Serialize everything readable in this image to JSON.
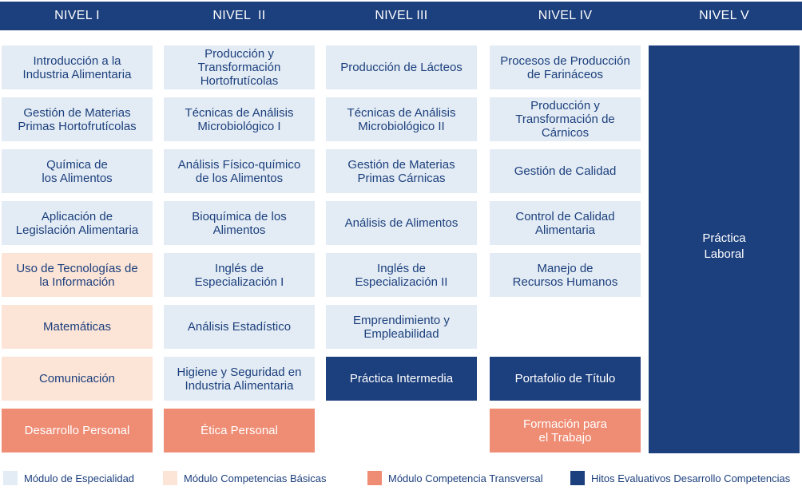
{
  "levels": [
    "NIVEL I",
    "NIVEL  II",
    "NIVEL III",
    "NIVEL IV",
    "NIVEL V"
  ],
  "colors": {
    "header": "#1c3f7d",
    "especialidad": "#e3ecf4",
    "basicas": "#fce4d6",
    "transversal": "#ef8c74",
    "hitos": "#1c3f7d"
  },
  "columns": [
    {
      "cells": [
        {
          "text": "Introducción a la\nIndustria Alimentaria",
          "type": "esp"
        },
        {
          "text": "Gestión de Materias\nPrimas Hortofrutícolas",
          "type": "esp"
        },
        {
          "text": "Química de\nlos Alimentos",
          "type": "esp"
        },
        {
          "text": "Aplicación de\nLegislación Alimentaria",
          "type": "esp"
        },
        {
          "text": "Uso de Tecnologías de\nla Información",
          "type": "bas"
        },
        {
          "text": "Matemáticas",
          "type": "bas"
        },
        {
          "text": "Comunicación",
          "type": "bas"
        },
        {
          "text": "Desarrollo Personal",
          "type": "tra"
        }
      ]
    },
    {
      "cells": [
        {
          "text": "Producción y\nTransformación\nHortofrutícolas",
          "type": "esp"
        },
        {
          "text": "Técnicas de Análisis\nMicrobiológico I",
          "type": "esp"
        },
        {
          "text": "Análisis Físico-químico\nde los Alimentos",
          "type": "esp"
        },
        {
          "text": "Bioquímica de los\nAlimentos",
          "type": "esp"
        },
        {
          "text": "Inglés de\nEspecialización I",
          "type": "esp"
        },
        {
          "text": "Análisis Estadístico",
          "type": "esp"
        },
        {
          "text": "Higiene y Seguridad en\nIndustria Alimentaria",
          "type": "esp"
        },
        {
          "text": "Ética Personal",
          "type": "tra"
        }
      ]
    },
    {
      "cells": [
        {
          "text": "Producción de Lácteos",
          "type": "esp"
        },
        {
          "text": "Técnicas de Análisis\nMicrobiológico II",
          "type": "esp"
        },
        {
          "text": "Gestión de Materias\nPrimas Cárnicas",
          "type": "esp"
        },
        {
          "text": "Análisis de Alimentos",
          "type": "esp"
        },
        {
          "text": "Inglés de\nEspecialización II",
          "type": "esp"
        },
        {
          "text": "Emprendimiento y\nEmpleabilidad",
          "type": "esp"
        },
        {
          "text": "Práctica Intermedia",
          "type": "hit"
        },
        null
      ]
    },
    {
      "cells": [
        {
          "text": "Procesos de Producción\nde Farináceos",
          "type": "esp"
        },
        {
          "text": "Producción y\nTransformación de\nCárnicos",
          "type": "esp"
        },
        {
          "text": "Gestión de Calidad",
          "type": "esp"
        },
        {
          "text": "Control de Calidad\nAlimentaria",
          "type": "esp"
        },
        {
          "text": "Manejo de\nRecursos Humanos",
          "type": "esp"
        },
        null,
        {
          "text": "Portafolio de Título",
          "type": "hit"
        },
        {
          "text": "Formación para\nel Trabajo",
          "type": "tra"
        }
      ]
    }
  ],
  "nivel_v": {
    "text": "Práctica\nLaboral",
    "type": "hit"
  },
  "legend": [
    {
      "label": "Módulo de Especialidad",
      "type": "esp"
    },
    {
      "label": "Módulo Competencias Básicas",
      "type": "bas"
    },
    {
      "label": "Módulo Competencia Transversal",
      "type": "tra"
    },
    {
      "label": "Hitos Evaluativos Desarrollo Competencias",
      "type": "hit"
    }
  ]
}
